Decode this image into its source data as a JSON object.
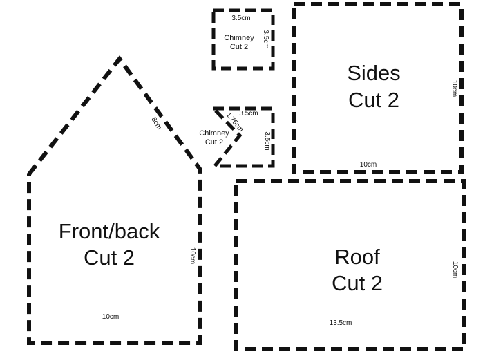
{
  "pieces": {
    "front_back": {
      "name": "Front/back",
      "cut": "Cut 2",
      "dims": {
        "roof_edge": "8cm",
        "side": "10cm",
        "bottom": "10cm"
      }
    },
    "sides": {
      "name": "Sides",
      "cut": "Cut 2",
      "dims": {
        "side": "10cm",
        "bottom": "10cm"
      }
    },
    "roof": {
      "name": "Roof",
      "cut": "Cut 2",
      "dims": {
        "side": "10cm",
        "bottom": "13.5cm"
      }
    },
    "chimney_front": {
      "name": "Chimney",
      "cut": "Cut 2",
      "dims": {
        "top": "3.5cm",
        "side": "3.5cm"
      }
    },
    "chimney_side": {
      "name": "Chimney",
      "cut": "Cut 2",
      "dims": {
        "top": "3.5cm",
        "slant": "1.75cm",
        "side": "3.5cm"
      }
    }
  }
}
